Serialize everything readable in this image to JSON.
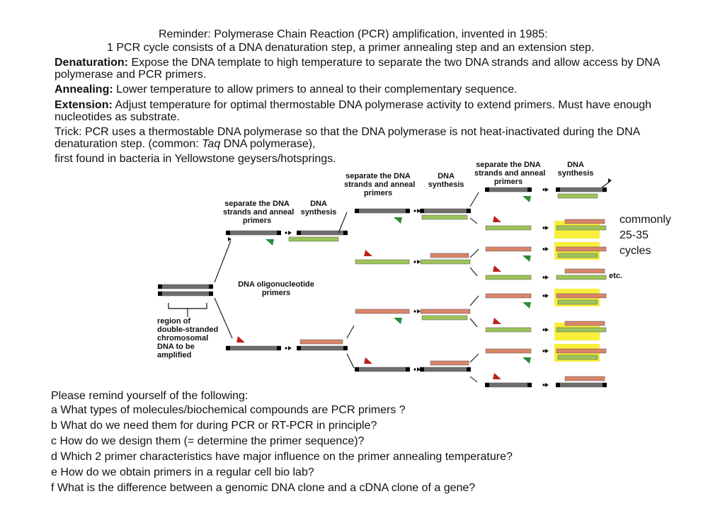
{
  "header": {
    "line1": "Reminder: Polymerase Chain Reaction (PCR) amplification, invented in 1985:",
    "line2": "1 PCR cycle consists of a DNA denaturation step, a primer annealing step and an extension step."
  },
  "steps": [
    {
      "term": "Denaturation:",
      "text": " Expose the DNA template to high temperature to separate the two DNA strands and allow access by DNA polymerase and PCR primers."
    },
    {
      "term": "Annealing:",
      "text": " Lower temperature to allow primers to anneal to their complementary sequence."
    },
    {
      "term": "Extension:",
      "text": " Adjust temperature for optimal thermostable DNA polymerase activity to extend primers. Must have enough nucleotides as substrate."
    }
  ],
  "trick": {
    "before": "Trick: PCR uses a thermostable DNA polymerase so that the DNA polymerase is not heat-inactivated during the DNA denaturation step. (common: ",
    "italic": "Taq",
    "after": " DNA polymerase),",
    "line3": "first found in bacteria in Yellowstone geysers/hotsprings."
  },
  "diagram": {
    "region_label": [
      "region of",
      "double-stranded",
      "chromosomal",
      "DNA to be",
      "amplified"
    ],
    "oligo_label": [
      "DNA oligonucleotide",
      "primers"
    ],
    "separate_label": [
      "separate the DNA",
      "strands and anneal",
      "primers"
    ],
    "synthesis_label": [
      "DNA",
      "synthesis"
    ],
    "commonly": [
      "commonly",
      "25-35",
      "cycles"
    ],
    "etc": "etc.",
    "colors": {
      "template": "#6e6e6e",
      "new_green": "#9cc45a",
      "new_red": "#d98469",
      "primer_red": "#b8231c",
      "primer_green": "#2f8a3a",
      "highlight": "#f7ef3a"
    }
  },
  "questions": {
    "intro": "Please remind yourself of the following:",
    "items": [
      "a What types of molecules/biochemical compounds are PCR primers ?",
      "b What do we need them for during PCR or RT-PCR in principle?",
      "c How do we design them (= determine the primer sequence)?",
      "d Which 2 primer characteristics have major influence on the primer annealing temperature?",
      "e How do we obtain primers in a regular cell bio lab?",
      "f  What is the difference between a genomic DNA clone and a cDNA clone of a gene?"
    ]
  }
}
